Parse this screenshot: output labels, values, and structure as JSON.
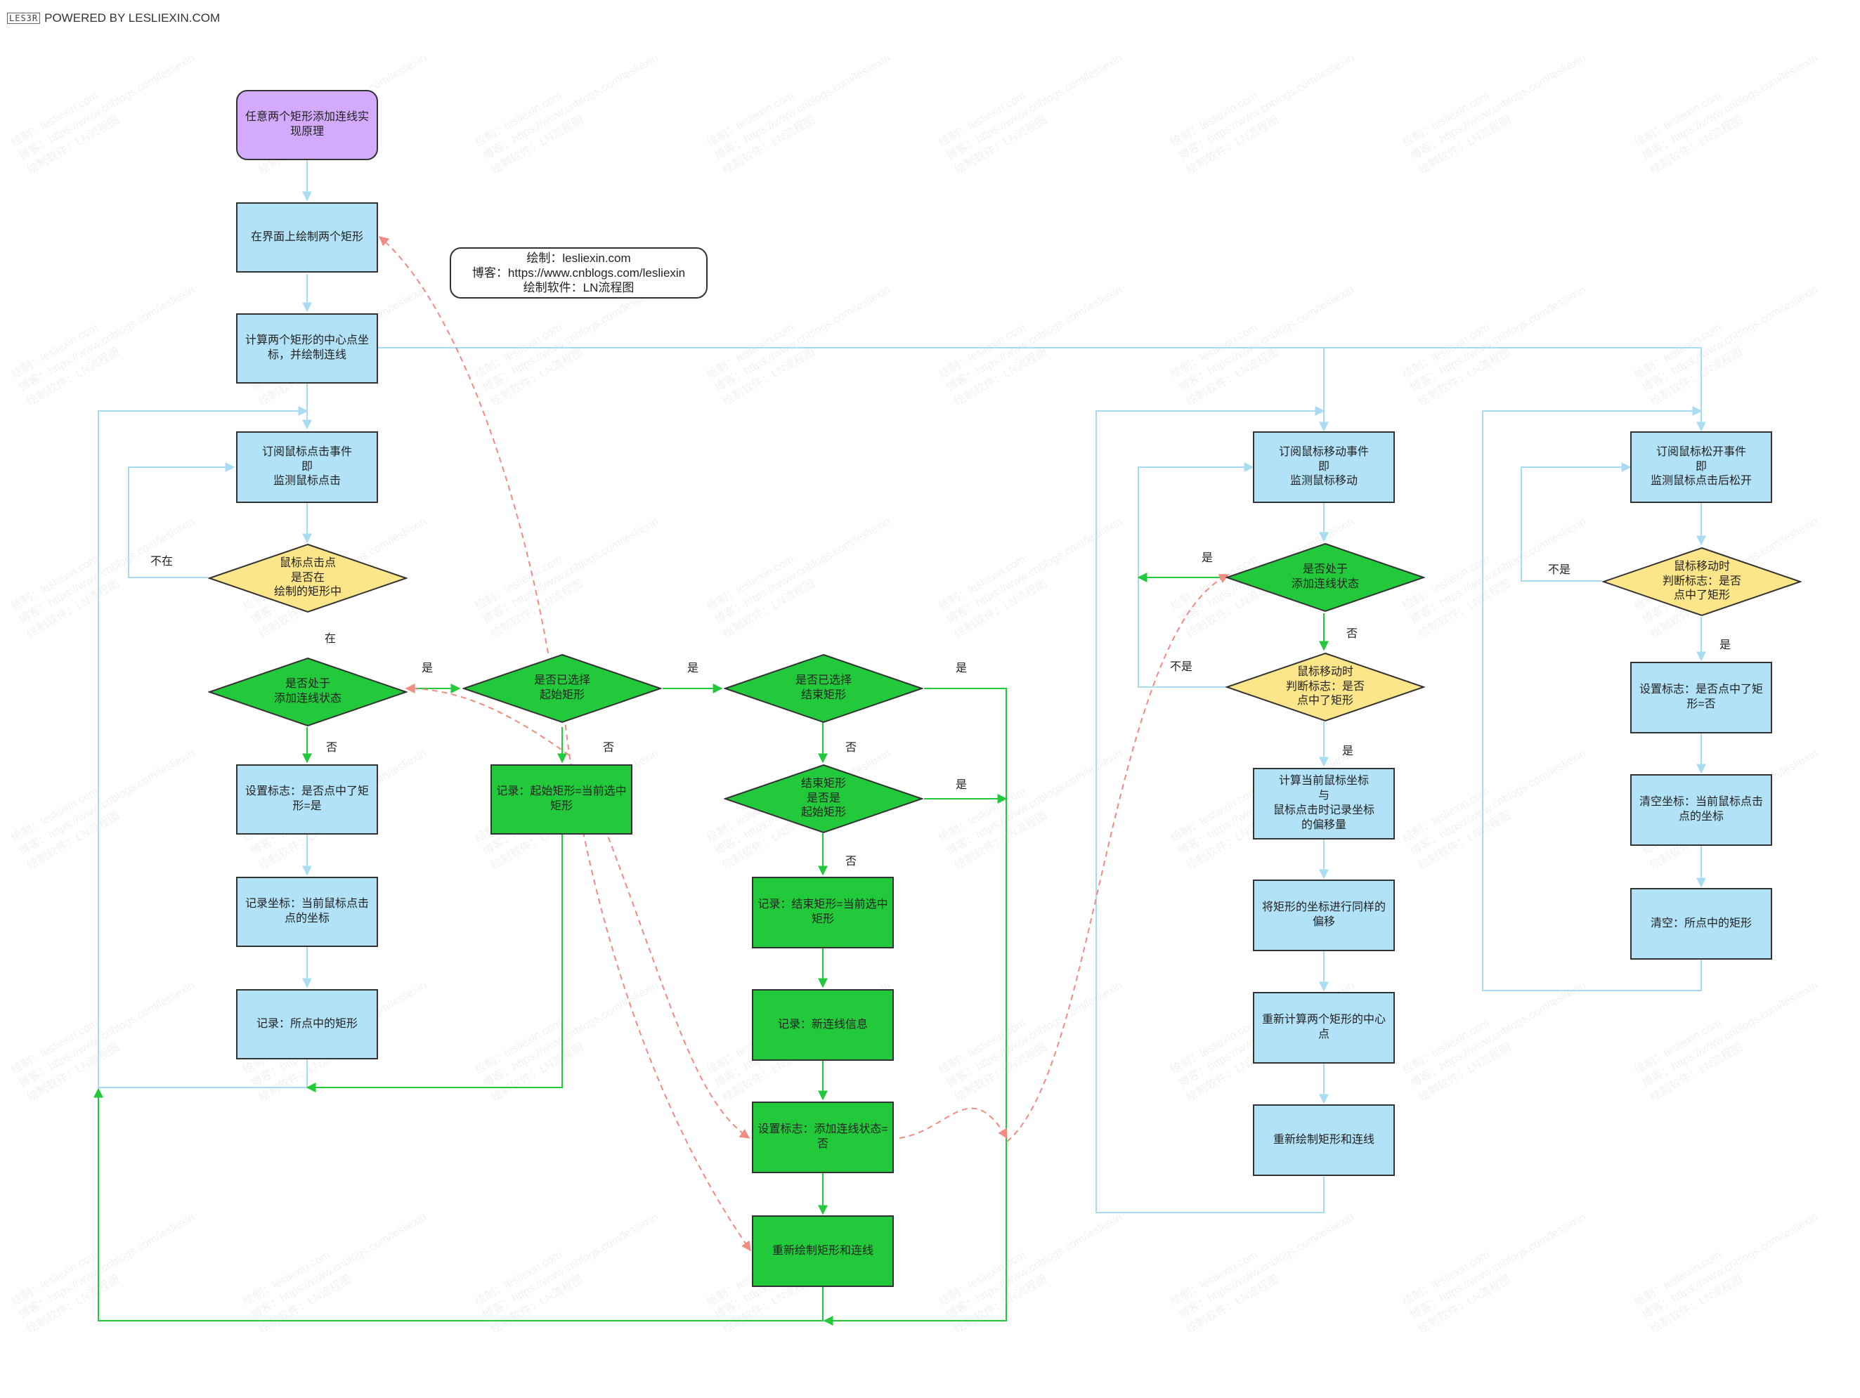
{
  "header": {
    "logo_text": "LES3R",
    "powered_by": "POWERED BY LESLIEXIN.COM"
  },
  "info_note": {
    "line1": "绘制：lesliexin.com",
    "line2": "博客：https://www.cnblogs.com/lesliexin",
    "line3": "绘制软件：LN流程图"
  },
  "watermark": {
    "line1": "绘制：lesliexin.com",
    "line2": "博客：https://www.cnblogs.com/lesliexin",
    "line3": "绘制软件：LN流程图"
  },
  "nodes": {
    "start": "任意两个矩形添加连线实现原理",
    "draw_two_rects": "在界面上绘制两个矩形",
    "calc_centers": "计算两个矩形的中心点坐标，并绘制连线",
    "sub_click": "订阅鼠标点击事件\n即\n监测鼠标点击",
    "d_click_in_rect": "鼠标点击点\n是否在\n绘制的矩形中",
    "d_add_line_state": "是否处于\n添加连线状态",
    "set_flag_selected_yes": "设置标志：是否点中了矩形=是",
    "record_click_coord": "记录坐标：当前鼠标点击点的坐标",
    "record_selected_rect": "记录：所点中的矩形",
    "d_start_selected": "是否已选择\n起始矩形",
    "record_start_rect": "记录：起始矩形=当前选中矩形",
    "d_end_selected": "是否已选择\n结束矩形",
    "d_end_is_start": "结束矩形\n是否是\n起始矩形",
    "record_end_rect": "记录：结束矩形=当前选中矩形",
    "record_new_line": "记录：新连线信息",
    "set_add_line_no": "设置标志：添加连线状态=否",
    "redraw_left": "重新绘制矩形和连线",
    "sub_move": "订阅鼠标移动事件\n即\n监测鼠标移动",
    "d_move_add_state": "是否处于\n添加连线状态",
    "d_move_selected": "鼠标移动时\n判断标志：是否\n点中了矩形",
    "calc_offset": "计算当前鼠标坐标\n与\n鼠标点击时记录坐标\n的偏移量",
    "offset_rect": "将矩形的坐标进行同样的偏移",
    "recalc_centers": "重新计算两个矩形的中心点",
    "redraw_mid": "重新绘制矩形和连线",
    "sub_release": "订阅鼠标松开事件\n即\n监测鼠标点击后松开",
    "d_release_selected": "鼠标移动时\n判断标志：是否\n点中了矩形",
    "set_flag_no": "设置标志：是否点中了矩形=否",
    "clear_coord": "清空坐标：当前鼠标点击点的坐标",
    "clear_rect": "清空：所点中的矩形"
  },
  "edge_labels": {
    "not_in": "不在",
    "in": "在",
    "yes": "是",
    "no": "否",
    "not": "不是"
  },
  "colors": {
    "blue_box": "#b2e2f7",
    "green_box": "#22c93a",
    "yellow_diamond": "#fde68a",
    "purple_start": "#d4aaff",
    "blue_line": "#a9dcf2",
    "green_line": "#22c93a",
    "red_dashed": "#f28b82"
  }
}
